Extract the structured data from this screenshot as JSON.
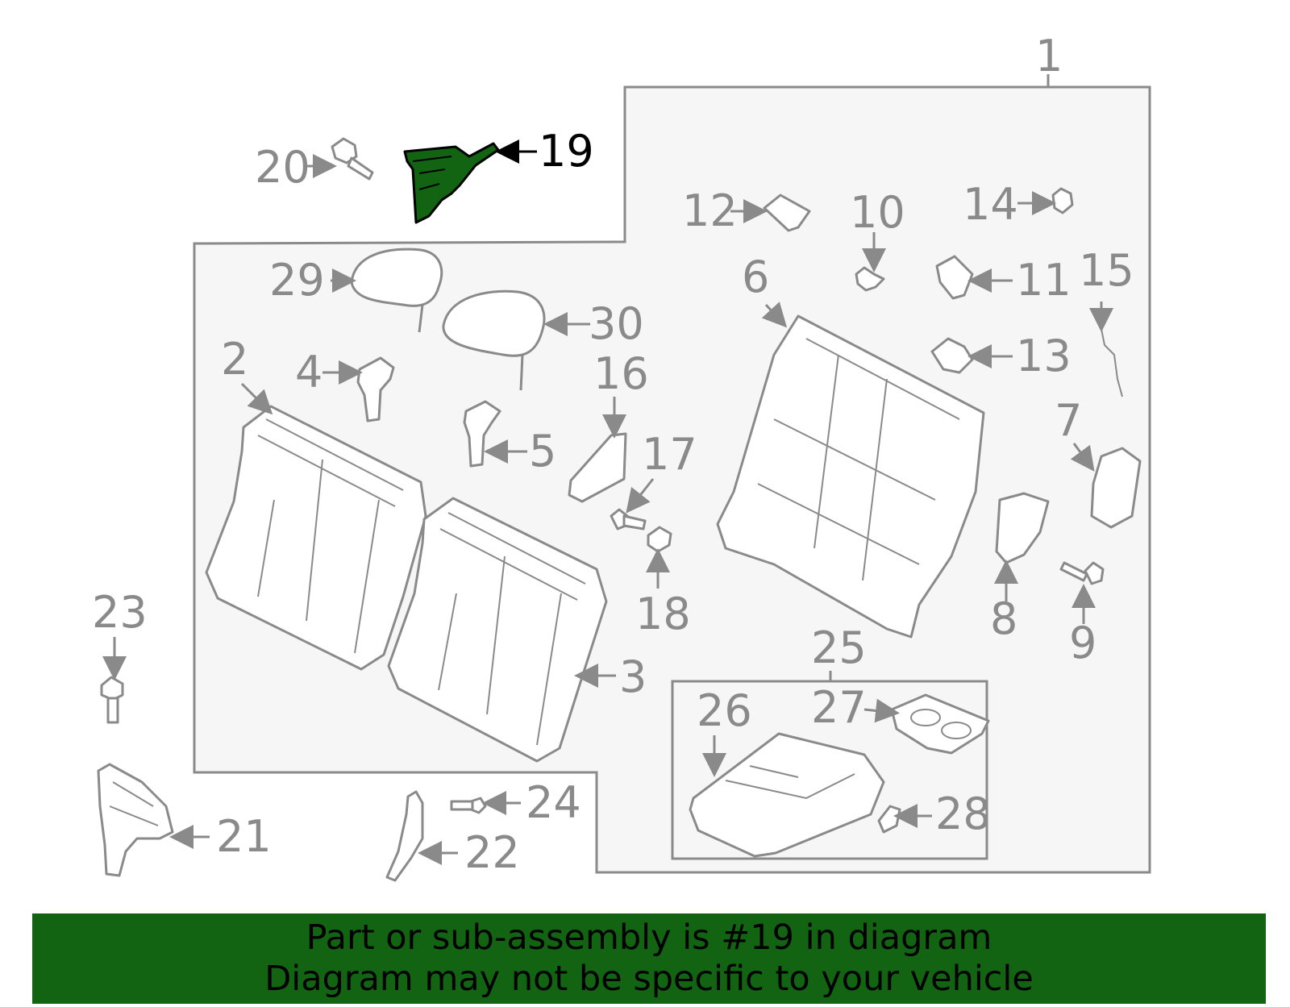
{
  "callouts": [
    {
      "id": "1",
      "text": "1"
    },
    {
      "id": "2",
      "text": "2"
    },
    {
      "id": "3",
      "text": "3"
    },
    {
      "id": "4",
      "text": "4"
    },
    {
      "id": "5",
      "text": "5"
    },
    {
      "id": "6",
      "text": "6"
    },
    {
      "id": "7",
      "text": "7"
    },
    {
      "id": "8",
      "text": "8"
    },
    {
      "id": "9",
      "text": "9"
    },
    {
      "id": "10",
      "text": "10"
    },
    {
      "id": "11",
      "text": "11"
    },
    {
      "id": "12",
      "text": "12"
    },
    {
      "id": "13",
      "text": "13"
    },
    {
      "id": "14",
      "text": "14"
    },
    {
      "id": "15",
      "text": "15"
    },
    {
      "id": "16",
      "text": "16"
    },
    {
      "id": "17",
      "text": "17"
    },
    {
      "id": "18",
      "text": "18"
    },
    {
      "id": "19",
      "text": "19"
    },
    {
      "id": "20",
      "text": "20"
    },
    {
      "id": "21",
      "text": "21"
    },
    {
      "id": "22",
      "text": "22"
    },
    {
      "id": "23",
      "text": "23"
    },
    {
      "id": "24",
      "text": "24"
    },
    {
      "id": "25",
      "text": "25"
    },
    {
      "id": "26",
      "text": "26"
    },
    {
      "id": "27",
      "text": "27"
    },
    {
      "id": "28",
      "text": "28"
    },
    {
      "id": "29",
      "text": "29"
    },
    {
      "id": "30",
      "text": "30"
    }
  ],
  "highlighted_part": "19",
  "colors": {
    "highlight": "#126312",
    "line": "#8a8a8a",
    "banner_bg": "#126312"
  },
  "banner": {
    "line1": "Part or sub-assembly is #19 in diagram",
    "line2": "Diagram may not be specific to your vehicle"
  }
}
